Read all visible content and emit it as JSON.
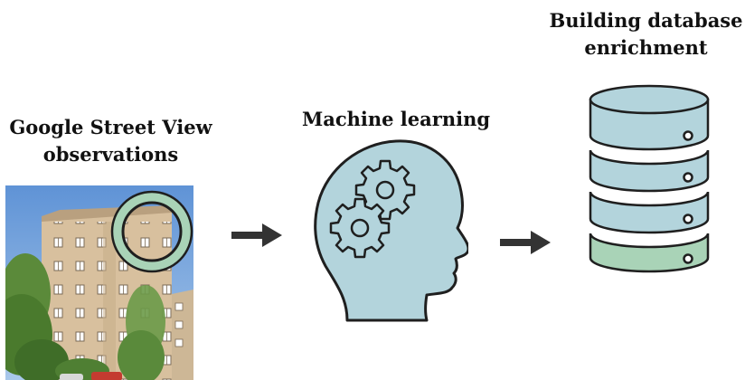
{
  "steps": [
    {
      "title_lines": [
        "Google Street View",
        "observations"
      ]
    },
    {
      "title_lines": [
        "Machine learning"
      ]
    },
    {
      "title_lines": [
        "Building database",
        "enrichment"
      ]
    }
  ],
  "colors": {
    "icon_fill": "#b3d4dc",
    "accent_green": "#a9d3b7",
    "outline": "#1f1f1f",
    "arrow": "#333333",
    "sky": "#7aa7dc",
    "building": "#d9c3a3",
    "tree": "#4d7d33"
  },
  "icons": {
    "photo": "street-view-photo",
    "highlight": "window-highlight-circle",
    "brain": "head-with-gears-icon",
    "database": "database-icon",
    "arrow": "right-arrow-icon"
  }
}
